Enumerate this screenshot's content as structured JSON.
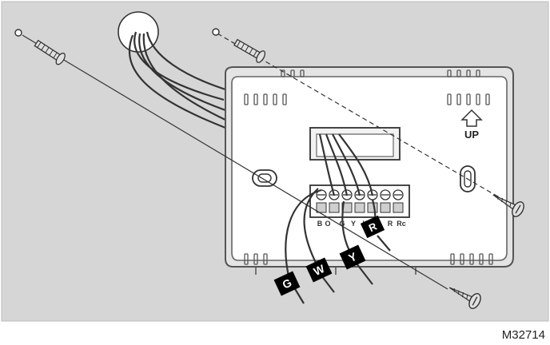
{
  "figure": {
    "code": "M32714",
    "up_label": "UP",
    "terminals": [
      "B",
      "O",
      "G",
      "Y",
      "W",
      "R",
      "Rc"
    ],
    "wire_tags": [
      "G",
      "W",
      "Y",
      "R"
    ],
    "colors": {
      "panel_bg": "#d6d6d6",
      "plate_fill": "#ffffff",
      "plate_stroke": "#555555",
      "wire": "#333333",
      "tag_fill": "#000000",
      "tag_text": "#ffffff"
    },
    "icons": [
      "screw-anchor-icon",
      "mounting-screw-icon",
      "up-arrow-icon"
    ]
  }
}
